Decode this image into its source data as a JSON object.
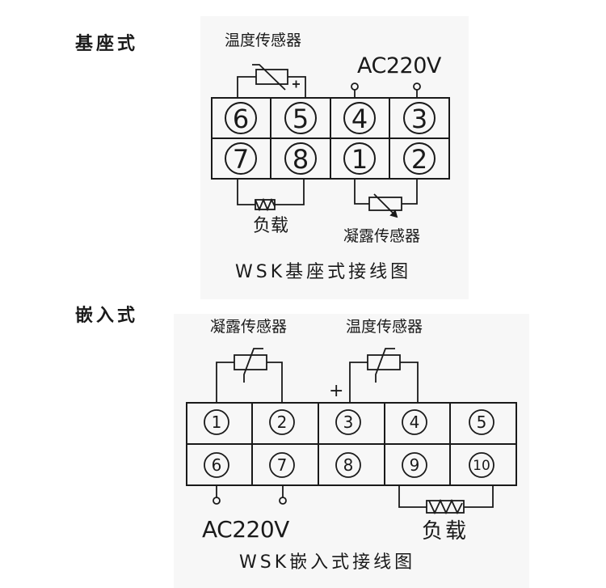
{
  "base": {
    "section_title": "基座式",
    "temp_sensor_label": "温度传感器",
    "plus_sign": "+",
    "power_label": "AC220V",
    "load_label": "负载",
    "condensation_sensor_label": "凝露传感器",
    "caption": "WSK基座式接线图",
    "terminals": [
      "6",
      "5",
      "4",
      "3",
      "7",
      "8",
      "1",
      "2"
    ]
  },
  "embedded": {
    "section_title": "嵌入式",
    "condensation_sensor_label": "凝露传感器",
    "temp_sensor_label": "温度传感器",
    "plus_sign": "+",
    "power_label": "AC220V",
    "load_label": "负载",
    "caption": "WSK嵌入式接线图",
    "terminals": [
      "1",
      "2",
      "3",
      "4",
      "5",
      "6",
      "7",
      "8",
      "9",
      "10"
    ]
  },
  "colors": {
    "line": "#1a1a1a",
    "panel": "#f7f7f7"
  }
}
